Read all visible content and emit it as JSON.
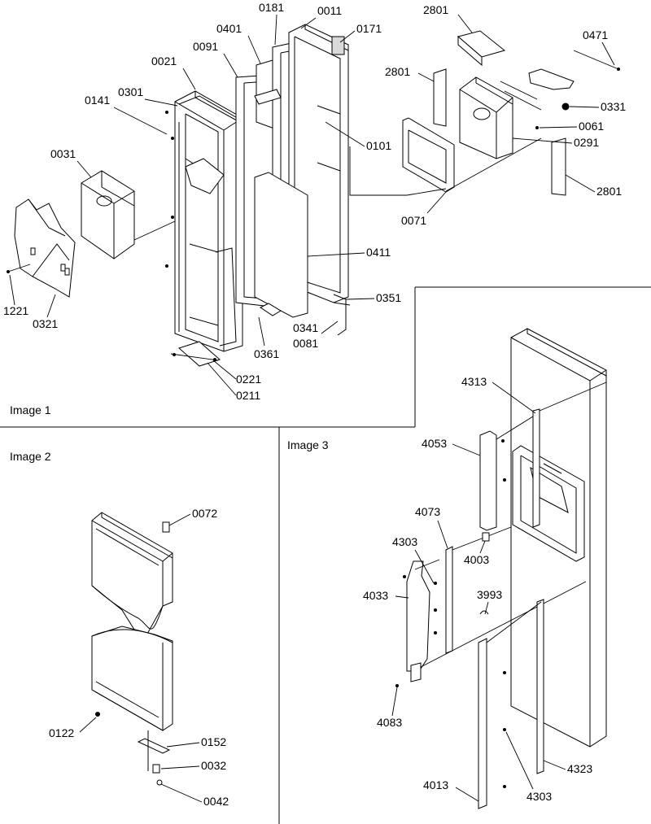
{
  "panels": {
    "image1": {
      "title": "Image 1"
    },
    "image2": {
      "title": "Image 2"
    },
    "image3": {
      "title": "Image 3"
    }
  },
  "labels": {
    "p0181": "0181",
    "p0011": "0011",
    "p0171": "0171",
    "p0401": "0401",
    "p0091": "0091",
    "p0021": "0021",
    "p0141": "0141",
    "p0301": "0301",
    "p0031": "0031",
    "p0101": "0101",
    "p0411": "0411",
    "p0351": "0351",
    "p0341": "0341",
    "p0081": "0081",
    "p0361": "0361",
    "p0221": "0221",
    "p0211": "0211",
    "p1221": "1221",
    "p0321": "0321",
    "p2801a": "2801",
    "p2801b": "2801",
    "p2801c": "2801",
    "p0471": "0471",
    "p0331": "0331",
    "p0061": "0061",
    "p0291": "0291",
    "p0071": "0071",
    "p0072": "0072",
    "p0122": "0122",
    "p0152": "0152",
    "p0032": "0032",
    "p0042": "0042",
    "p4313": "4313",
    "p4053": "4053",
    "p4073": "4073",
    "p4303a": "4303",
    "p4003": "4003",
    "p4033": "4033",
    "p3993": "3993",
    "p4083": "4083",
    "p4013": "4013",
    "p4303b": "4303",
    "p4323": "4323"
  }
}
